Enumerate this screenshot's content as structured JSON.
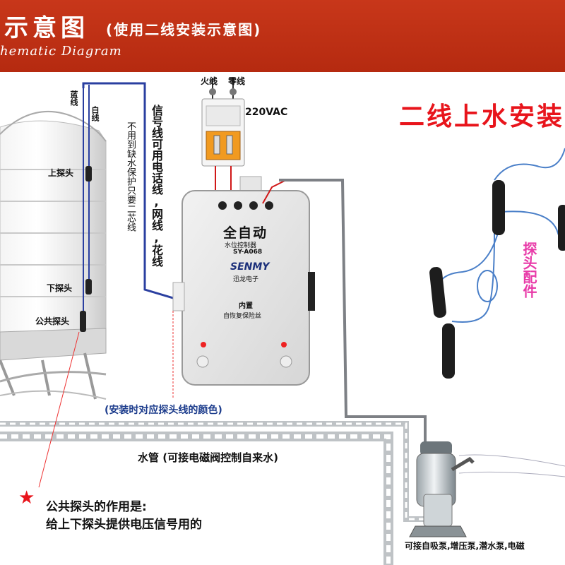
{
  "header": {
    "title": "示意图",
    "subtitle": "(使用二线安装示意图)",
    "english": "hematic Diagram"
  },
  "labels": {
    "blue_wire": "蓝线",
    "white_wire": "白线",
    "upper_probe": "上探头",
    "lower_probe": "下探头",
    "common_probe": "公共探头",
    "no_water_protection": "不用到缺水保护只要二芯线",
    "signal_wire": "信号线可用电话线,网线,花线",
    "live_wire": "火线",
    "neutral_wire": "零线",
    "voltage": "220VAC",
    "two_wire_title": "二线上水安装",
    "probe_accessory": "探头配件",
    "install_note": "(安装时对应探头线的颜色)",
    "water_pipe": "水管 (可接电磁阀控制自来水)",
    "common_probe_role_1": "公共探头的作用是:",
    "common_probe_role_2": "给上下探头提供电压信号用的",
    "pump_types": "可接自吸泵,增压泵,潜水泵,电磁"
  },
  "controller": {
    "name": "全自动",
    "subtitle": "水位控制器",
    "model": "SY-A068",
    "brand": "SENMY",
    "brand_sub": "迅龙电子",
    "builtin": "内置",
    "fuse": "自恢复保险丝"
  },
  "colors": {
    "header": "#c0301a",
    "blue_wire": "#2a3fa0",
    "red_text": "#e8141b",
    "pink_text": "#e83aa8"
  }
}
